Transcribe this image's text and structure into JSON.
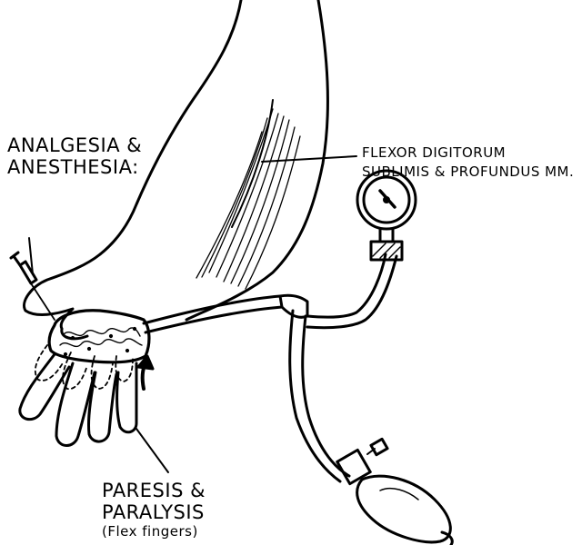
{
  "labels": {
    "analgesia": {
      "line1": "ANALGESIA &",
      "line2": "ANESTHESIA:"
    },
    "flexor": {
      "line1": "FLEXOR DIGITORUM",
      "line2": "SUBLIMIS & PROFUNDUS MM."
    },
    "paresis": {
      "line1": "PARESIS &",
      "line2": "PARALYSIS",
      "note": "(Flex fingers)"
    }
  },
  "colors": {
    "ink": "#000000",
    "background": "#ffffff",
    "gauge_fill": "#ffffff"
  }
}
